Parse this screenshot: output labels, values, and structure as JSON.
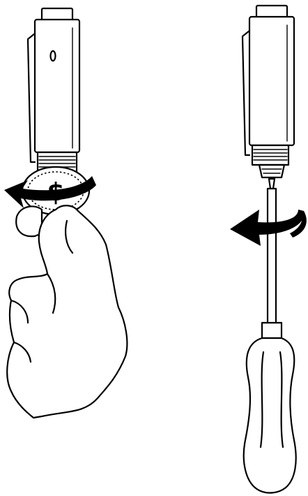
{
  "figure": {
    "panels": [
      {
        "method": "coin",
        "icon": "coin-icon",
        "rotation": "counterclockwise",
        "coin_symbol": "$"
      },
      {
        "method": "screwdriver",
        "icon": "screwdriver-icon",
        "rotation": "counterclockwise"
      }
    ],
    "stroke_color": "#000000",
    "background_color": "#ffffff"
  }
}
